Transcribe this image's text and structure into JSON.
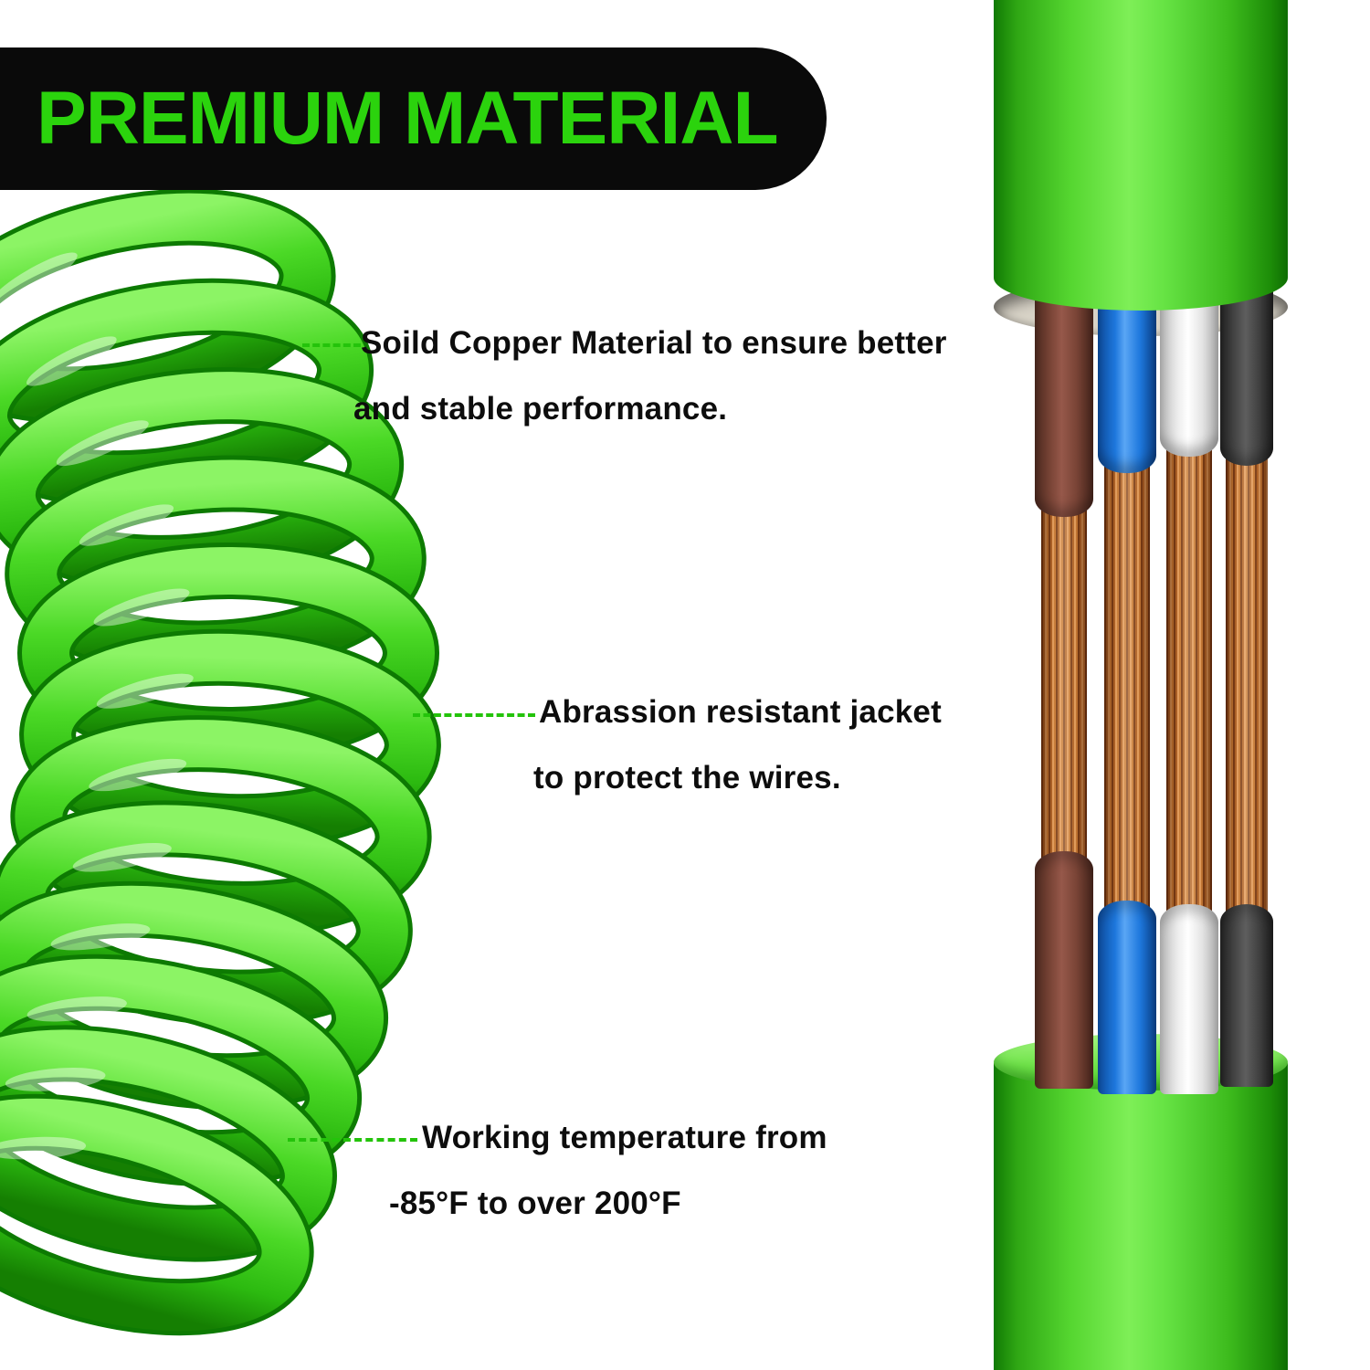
{
  "banner": {
    "title": "PREMIUM MATERIAL"
  },
  "annotations": [
    {
      "line1": "Soild Copper Material to ensure better",
      "line2": "and stable performance."
    },
    {
      "line1": "Abrassion resistant jacket",
      "line2": "to protect the wires."
    },
    {
      "line1": "Working temperature from",
      "line2": "-85°F to over 200°F"
    }
  ],
  "cutaway": {
    "wires": [
      "brown",
      "blue",
      "white",
      "black"
    ],
    "conductor": "copper"
  },
  "colors": {
    "accent_green": "#2bd30d",
    "banner_background": "#0a0a0a",
    "cable_green": "#4bd926",
    "wire_brown": "#7b4537",
    "wire_blue": "#1e78dd",
    "wire_white": "#f2f2f2",
    "wire_black": "#4a4a4a",
    "copper": "#c67934",
    "text": "#0d0d0d"
  }
}
